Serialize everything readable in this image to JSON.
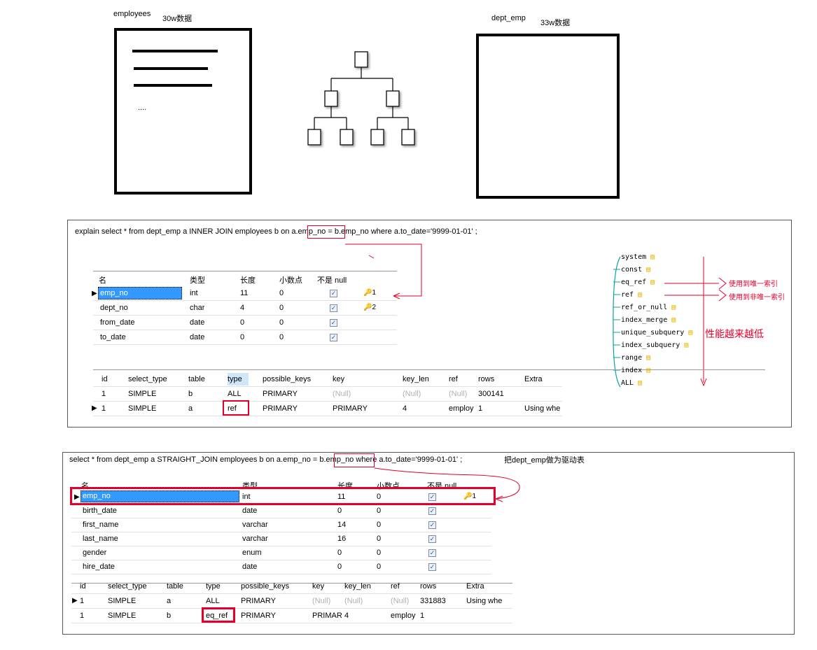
{
  "top": {
    "employees_label": "employees",
    "employees_count": "30w数据",
    "employees_dots": "....",
    "dept_label": "dept_emp",
    "dept_count": "33w数据"
  },
  "panel1": {
    "query": "explain select * from dept_emp a INNER JOIN employees b on a.emp_no = b.emp_no where a.to_date='9999-01-01' ;",
    "query_parts": [
      "explain select * from dept_emp a INNER JOIN employees b on ",
      "a.emp_no",
      " = b.emp_no where a.to_date='9999-01-01' ;"
    ],
    "columns": [
      "名",
      "类型",
      "长度",
      "小数点",
      "不是 null"
    ],
    "fields": [
      {
        "name": "emp_no",
        "type": "int",
        "len": "11",
        "dec": "0",
        "key": "1"
      },
      {
        "name": "dept_no",
        "type": "char",
        "len": "4",
        "dec": "0",
        "key": "2"
      },
      {
        "name": "from_date",
        "type": "date",
        "len": "0",
        "dec": "0",
        "key": ""
      },
      {
        "name": "to_date",
        "type": "date",
        "len": "0",
        "dec": "0",
        "key": ""
      }
    ],
    "explain_headers": [
      "id",
      "select_type",
      "table",
      "type",
      "possible_keys",
      "key",
      "key_len",
      "ref",
      "rows",
      "Extra"
    ],
    "explain_rows": [
      [
        "1",
        "SIMPLE",
        "b",
        "ALL",
        "PRIMARY",
        "(Null)",
        "(Null)",
        "(Null)",
        "300141",
        ""
      ],
      [
        "1",
        "SIMPLE",
        "a",
        "ref",
        "PRIMARY",
        "PRIMARY",
        "4",
        "employ",
        "1",
        "Using whe"
      ]
    ],
    "types_list": [
      "system",
      "const",
      "eq_ref",
      "ref",
      "ref_or_null",
      "index_merge",
      "unique_subquery",
      "index_subquery",
      "range",
      "index",
      "ALL"
    ],
    "note_eq_ref": "使用到唯一索引",
    "note_ref": "使用到非唯一索引",
    "note_perf": "性能越来越低"
  },
  "panel2": {
    "query_parts": [
      "select * from dept_emp a STRAIGHT_JOIN employees b on a.emp_no = ",
      "b.emp_no",
      " where a.to_date='9999-01-01' ;"
    ],
    "note": "把dept_emp做为驱动表",
    "columns": [
      "名",
      "类型",
      "长度",
      "小数点",
      "不是 null"
    ],
    "fields": [
      {
        "name": "emp_no",
        "type": "int",
        "len": "11",
        "dec": "0",
        "key": "1"
      },
      {
        "name": "birth_date",
        "type": "date",
        "len": "0",
        "dec": "0",
        "key": ""
      },
      {
        "name": "first_name",
        "type": "varchar",
        "len": "14",
        "dec": "0",
        "key": ""
      },
      {
        "name": "last_name",
        "type": "varchar",
        "len": "16",
        "dec": "0",
        "key": ""
      },
      {
        "name": "gender",
        "type": "enum",
        "len": "0",
        "dec": "0",
        "key": ""
      },
      {
        "name": "hire_date",
        "type": "date",
        "len": "0",
        "dec": "0",
        "key": ""
      }
    ],
    "explain_headers": [
      "id",
      "select_type",
      "table",
      "type",
      "possible_keys",
      "key",
      "key_len",
      "ref",
      "rows",
      "Extra"
    ],
    "explain_rows": [
      [
        "1",
        "SIMPLE",
        "a",
        "ALL",
        "PRIMARY",
        "(Null)",
        "(Null)",
        "(Null)",
        "331883",
        "Using whe"
      ],
      [
        "1",
        "SIMPLE",
        "b",
        "eq_ref",
        "PRIMARY",
        "PRIMAR",
        "4",
        "employ",
        "1",
        ""
      ]
    ]
  },
  "colors": {
    "accent_red": "#e4002b",
    "selection_blue": "#3399ff"
  }
}
